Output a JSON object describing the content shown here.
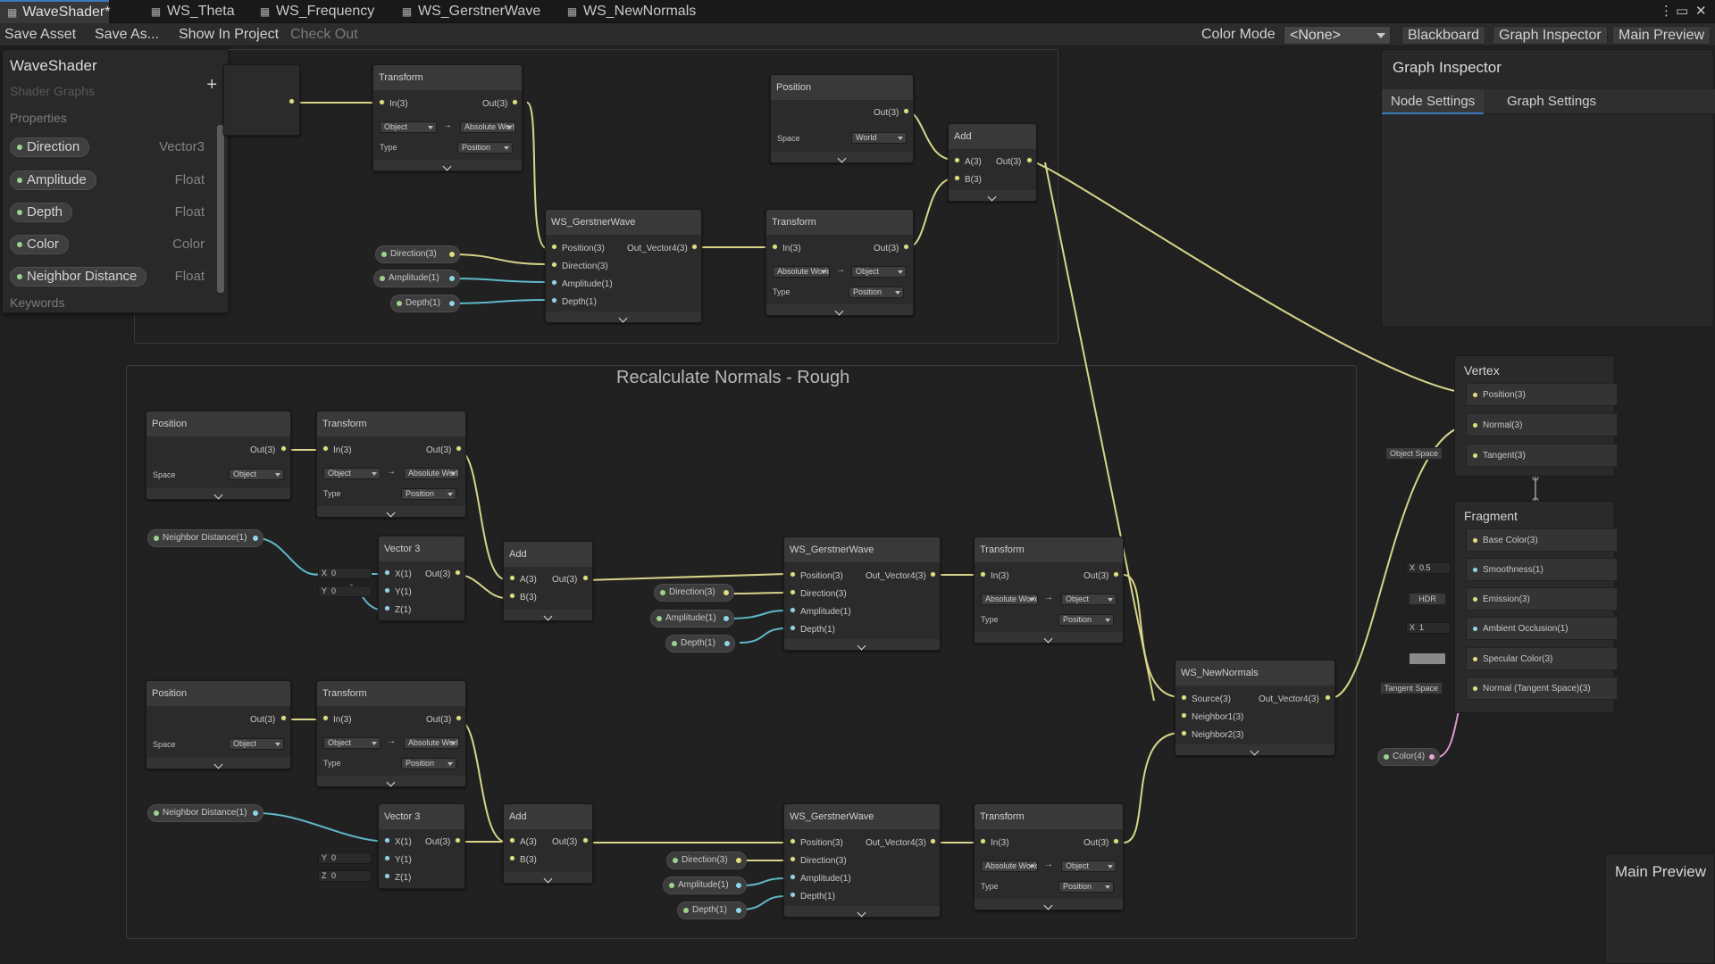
{
  "tabs": [
    {
      "label": "WaveShader*",
      "active": true,
      "icon": "shader-graph-icon"
    },
    {
      "label": "WS_Theta",
      "icon": "subgraph-icon"
    },
    {
      "label": "WS_Frequency",
      "icon": "subgraph-icon"
    },
    {
      "label": "WS_GerstnerWave",
      "icon": "subgraph-icon"
    },
    {
      "label": "WS_NewNormals",
      "icon": "subgraph-icon"
    }
  ],
  "window_controls": [
    "more-icon",
    "maximize-icon",
    "close-icon"
  ],
  "toolbar": {
    "save_asset": "Save Asset",
    "save_as": "Save As...",
    "show_in_project": "Show In Project",
    "check_out": "Check Out",
    "color_mode_label": "Color Mode",
    "color_mode_value": "<None>",
    "blackboard": "Blackboard",
    "graph_inspector": "Graph Inspector",
    "main_preview": "Main Preview"
  },
  "blackboard": {
    "title": "WaveShader",
    "subtitle": "Shader Graphs",
    "add": "+",
    "properties_label": "Properties",
    "keywords_label": "Keywords",
    "properties": [
      {
        "name": "Direction",
        "type": "Vector3"
      },
      {
        "name": "Amplitude",
        "type": "Float"
      },
      {
        "name": "Depth",
        "type": "Float"
      },
      {
        "name": "Color",
        "type": "Color"
      },
      {
        "name": "Neighbor Distance",
        "type": "Float"
      }
    ]
  },
  "inspector": {
    "title": "Graph Inspector",
    "tabs": [
      "Node Settings",
      "Graph Settings"
    ]
  },
  "main_preview": {
    "title": "Main Preview"
  },
  "group": {
    "title": "Recalculate Normals - Rough"
  },
  "common": {
    "in3": "In(3)",
    "out3": "Out(3)",
    "a3": "A(3)",
    "b3": "B(3)",
    "x1": "X(1)",
    "y1": "Y(1)",
    "z1": "Z(1)",
    "position3": "Position(3)",
    "direction3": "Direction(3)",
    "amplitude1": "Amplitude(1)",
    "depth1": "Depth(1)",
    "out_vector4": "Out_Vector4(3)",
    "space": "Space",
    "type": "Type",
    "position_opt": "Position",
    "object": "Object",
    "world": "World",
    "absolute_world": "Absolute World",
    "arrow": "→",
    "x_lbl": "X",
    "y_lbl": "Y",
    "z_lbl": "Z",
    "zero": "0",
    "neighbor_distance": "Neighbor Distance(1)",
    "direction_prop": "Direction(3)",
    "amplitude_prop": "Amplitude(1)",
    "depth_prop": "Depth(1)",
    "color_prop": "Color(4)"
  },
  "nodes": {
    "transform": "Transform",
    "position": "Position",
    "add": "Add",
    "vector3": "Vector 3",
    "gerstner": "WS_GerstnerWave",
    "newnormals": "WS_NewNormals",
    "source3": "Source(3)",
    "neighbor1": "Neighbor1(3)",
    "neighbor2": "Neighbor2(3)"
  },
  "master": {
    "vertex_title": "Vertex",
    "vertex_rows": [
      "Position(3)",
      "Normal(3)",
      "Tangent(3)"
    ],
    "object_space": "Object Space",
    "fragment_title": "Fragment",
    "fragment_rows": [
      "Base Color(3)",
      "Smoothness(1)",
      "Emission(3)",
      "Ambient Occlusion(1)",
      "Specular Color(3)",
      "Normal (Tangent Space)(3)"
    ],
    "smoothness": "0.5",
    "hdr": "HDR",
    "ao": "1",
    "tangent_space": "Tangent Space"
  },
  "colors": {
    "wire_yellow": "#d7d58a",
    "wire_blue": "#5fb8c8",
    "wire_pink": "#d996c8",
    "accent": "#3a79bb"
  }
}
